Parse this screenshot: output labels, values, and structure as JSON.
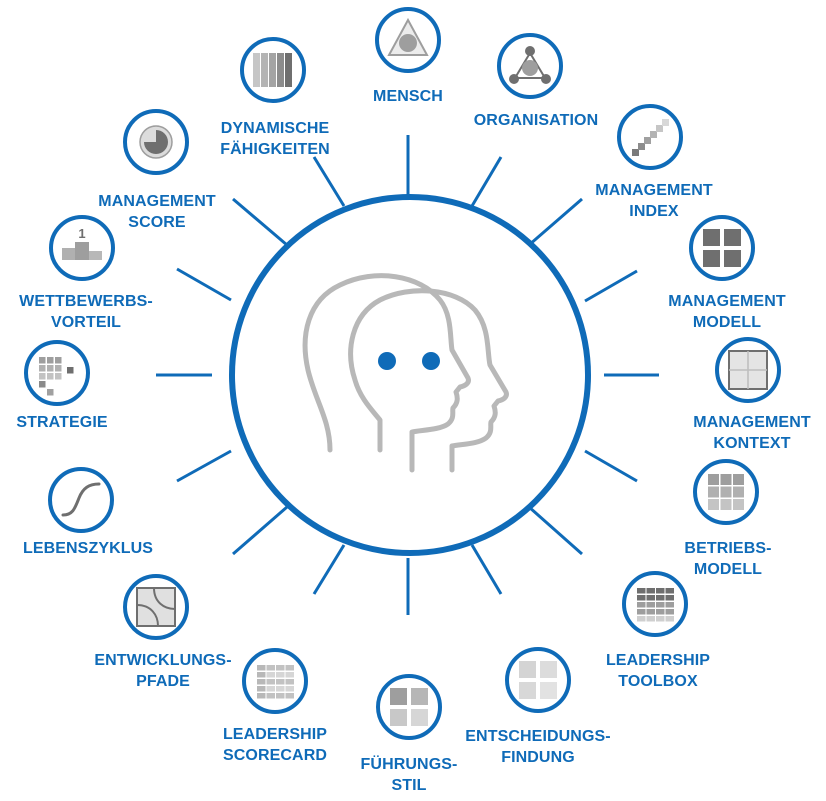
{
  "colors": {
    "accent": "#0f6bb8",
    "icon_gray": "#9e9e9e",
    "icon_dark": "#6f6f6f",
    "icon_light": "#cfcfcf",
    "head_outline": "#b8b8b8",
    "eye": "#0f6bb8"
  },
  "center": {
    "icon": "two-heads-profile-icon"
  },
  "nodes": [
    {
      "id": "mensch",
      "lines": [
        "MENSCH"
      ],
      "icon": "triangle-circle-icon"
    },
    {
      "id": "organisation",
      "lines": [
        "ORGANISATION"
      ],
      "icon": "network-triangle-icon"
    },
    {
      "id": "management-index",
      "lines": [
        "MANAGEMENT",
        "INDEX"
      ],
      "icon": "diagonal-steps-icon"
    },
    {
      "id": "management-modell",
      "lines": [
        "MANAGEMENT",
        "MODELL"
      ],
      "icon": "four-squares-icon"
    },
    {
      "id": "management-kontext",
      "lines": [
        "MANAGEMENT",
        "KONTEXT"
      ],
      "icon": "quadrant-square-icon"
    },
    {
      "id": "betriebs-modell",
      "lines": [
        "BETRIEBS-",
        "MODELL"
      ],
      "icon": "nine-grid-icon"
    },
    {
      "id": "leadership-toolbox",
      "lines": [
        "LEADERSHIP",
        "TOOLBOX"
      ],
      "icon": "table-grid-icon"
    },
    {
      "id": "entscheidungsfindung",
      "lines": [
        "ENTSCHEIDUNGS-",
        "FINDUNG"
      ],
      "icon": "light-four-squares-icon"
    },
    {
      "id": "fuehrungsstil",
      "lines": [
        "FÜHRUNGS-",
        "STIL"
      ],
      "icon": "four-squares-gray-icon"
    },
    {
      "id": "leadership-scorecard",
      "lines": [
        "LEADERSHIP",
        "SCORECARD"
      ],
      "icon": "scorecard-table-icon"
    },
    {
      "id": "entwicklungspfade",
      "lines": [
        "ENTWICKLUNGS-",
        "PFADE"
      ],
      "icon": "curved-paths-icon"
    },
    {
      "id": "lebenszyklus",
      "lines": [
        "LEBENSZYKLUS"
      ],
      "icon": "s-curve-icon"
    },
    {
      "id": "strategie",
      "lines": [
        "STRATEGIE"
      ],
      "icon": "dot-matrix-icon"
    },
    {
      "id": "wettbewerbsvorteil",
      "lines": [
        "WETTBEWERBS-",
        "VORTEIL"
      ],
      "icon": "podium-icon",
      "icon_text": "1"
    },
    {
      "id": "management-score",
      "lines": [
        "MANAGEMENT",
        "SCORE"
      ],
      "icon": "pie-gauge-icon"
    },
    {
      "id": "dynamische-faehigkeiten",
      "lines": [
        "DYNAMISCHE",
        "FÄHIGKEITEN"
      ],
      "icon": "vertical-bars-icon"
    }
  ]
}
